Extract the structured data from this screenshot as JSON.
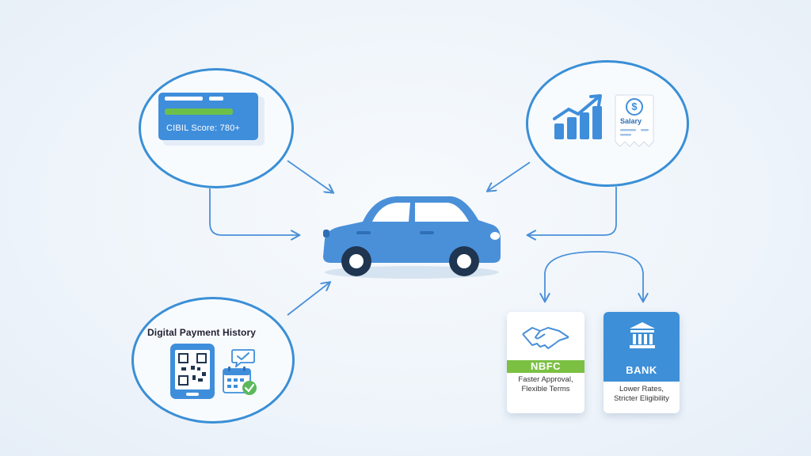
{
  "credit_score": {
    "label": "CIBIL Score: 780+"
  },
  "income": {
    "salary_label": "Salary",
    "dollar_symbol": "$"
  },
  "payment_history": {
    "title": "Digital Payment History"
  },
  "nbfc": {
    "title": "NBFC",
    "description": "Faster Approval,\nFlexible Terms"
  },
  "bank": {
    "title": "BANK",
    "description": "Lower Rates,\nStricter Eligibility"
  },
  "colors": {
    "primary_blue": "#3a8fd6",
    "car_blue": "#4a90d9",
    "nbfc_green": "#7bc043",
    "bank_blue": "#3d8fd8"
  }
}
